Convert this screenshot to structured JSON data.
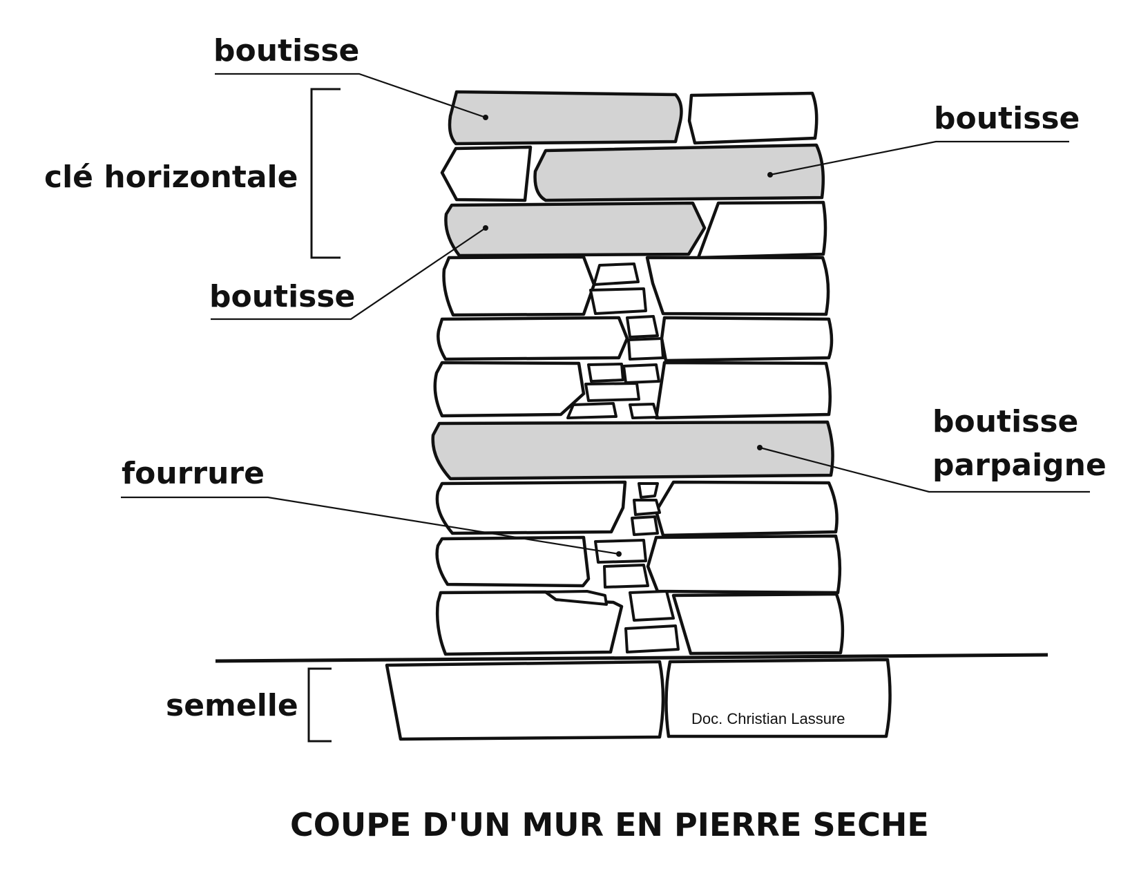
{
  "labels": {
    "boutisse_top": "boutisse",
    "boutisse_right": "boutisse",
    "cle_horizontale": "clé horizontale",
    "boutisse_left": "boutisse",
    "boutisse_parpaigne_line1": "boutisse",
    "boutisse_parpaigne_line2": "parpaigne",
    "fourrure": "fourrure",
    "semelle": "semelle"
  },
  "credit": "Doc. Christian Lassure",
  "title": "COUPE D'UN MUR EN PIERRE SECHE",
  "colors": {
    "header_stone": "#d3d3d3",
    "plain_stone": "#ffffff",
    "ink": "#111111"
  }
}
